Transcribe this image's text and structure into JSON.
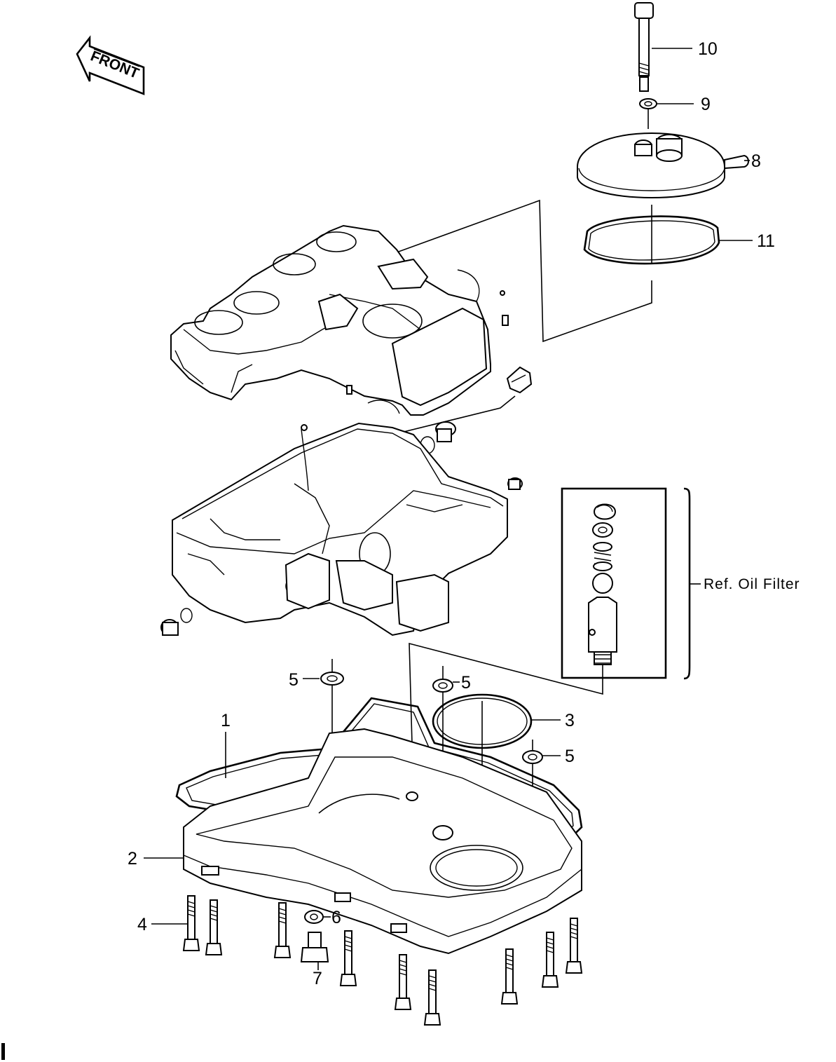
{
  "front_arrow": {
    "text": "FRONT"
  },
  "ref_label": {
    "text": "Ref. Oil Filter"
  },
  "callouts": {
    "c1": "1",
    "c2": "2",
    "c3": "3",
    "c4": "4",
    "c5a": "5",
    "c5b": "5",
    "c5c": "5",
    "c6": "6",
    "c7": "7",
    "c8": "8",
    "c9": "9",
    "c10": "10",
    "c11": "11"
  }
}
